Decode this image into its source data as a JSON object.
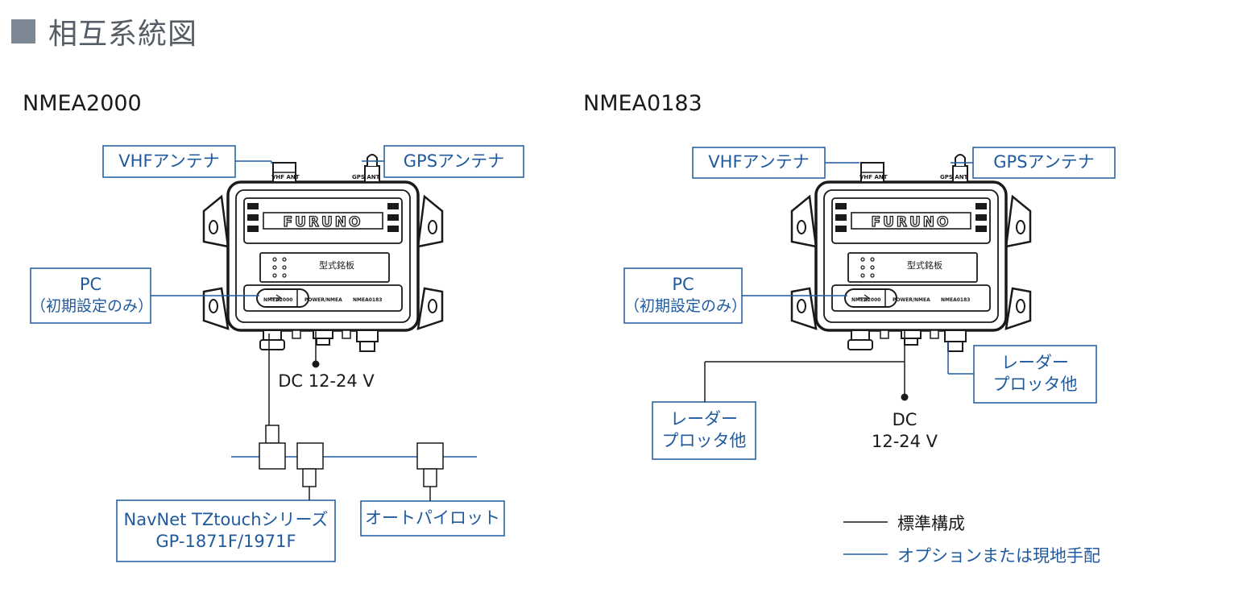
{
  "title": "相互系統図",
  "sections": {
    "left": {
      "title": "NMEA2000"
    },
    "right": {
      "title": "NMEA0183"
    }
  },
  "device": {
    "brand": "FURUNO",
    "plate_text": "型式銘板",
    "ports": {
      "vhf_ant": "VHF ANT",
      "gps_ant": "GPS ANT",
      "nmea2000": "NMEA2000",
      "power": "POWER/NMEA",
      "nmea0183": "NMEA0183"
    }
  },
  "labels": {
    "vhf_antenna": "VHFアンテナ",
    "gps_antenna": "GPSアンテナ",
    "pc_line1": "PC",
    "pc_line2": "（初期設定のみ）",
    "dc_left": "DC 12-24 V",
    "dc_right_line1": "DC",
    "dc_right_line2": "12-24 V",
    "navnet_line1": "NavNet TZtouchシリーズ",
    "navnet_line2": "GP-1871F/1971F",
    "autopilot": "オートパイロット",
    "radar_line1": "レーダー",
    "radar_line2": "プロッタ他"
  },
  "legend": {
    "standard": "標準構成",
    "option": "オプションまたは現地手配"
  },
  "colors": {
    "blue": "#1f5a9e",
    "black": "#1a1a1a",
    "title_gray": "#555e66",
    "square": "#7c8893"
  }
}
